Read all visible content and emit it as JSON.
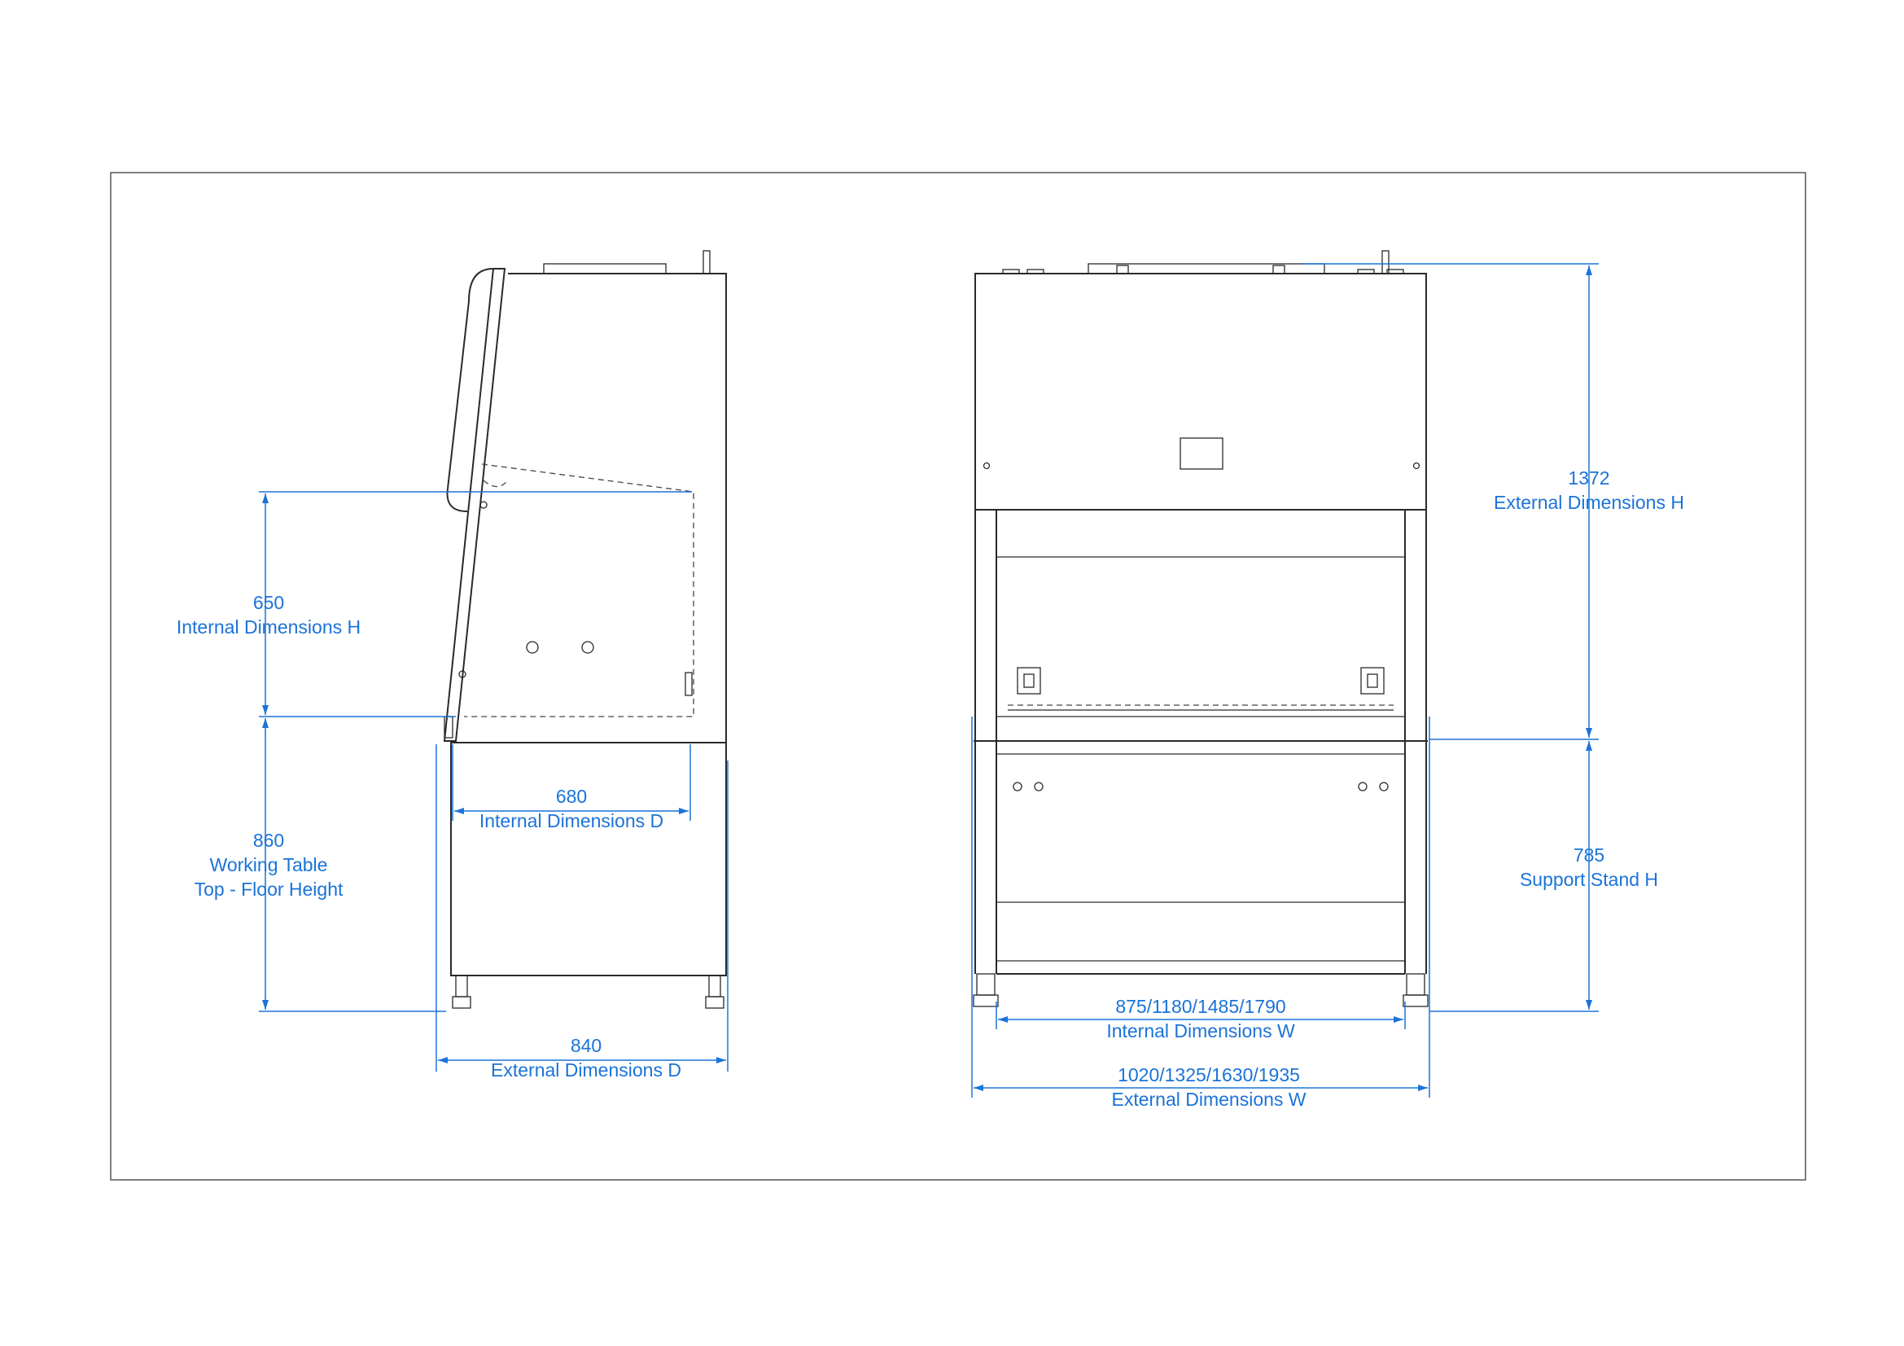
{
  "colors": {
    "dimension": "#1a73d9",
    "outline": "#2a2a2a",
    "frame": "#555555",
    "background": "#ffffff"
  },
  "side_view": {
    "internal_height": {
      "value": "650",
      "label": "Internal Dimensions H"
    },
    "table_height": {
      "value": "860",
      "label_line1": "Working Table",
      "label_line2": "Top - Floor Height"
    },
    "internal_depth": {
      "value": "680",
      "label": "Internal Dimensions D"
    },
    "external_depth": {
      "value": "840",
      "label": "External Dimensions D"
    }
  },
  "front_view": {
    "external_height": {
      "value": "1372",
      "label": "External Dimensions H"
    },
    "stand_height": {
      "value": "785",
      "label": "Support Stand H"
    },
    "internal_width": {
      "value": "875/1180/1485/1790",
      "label": "Internal Dimensions W"
    },
    "external_width": {
      "value": "1020/1325/1630/1935",
      "label": "External Dimensions W"
    }
  }
}
